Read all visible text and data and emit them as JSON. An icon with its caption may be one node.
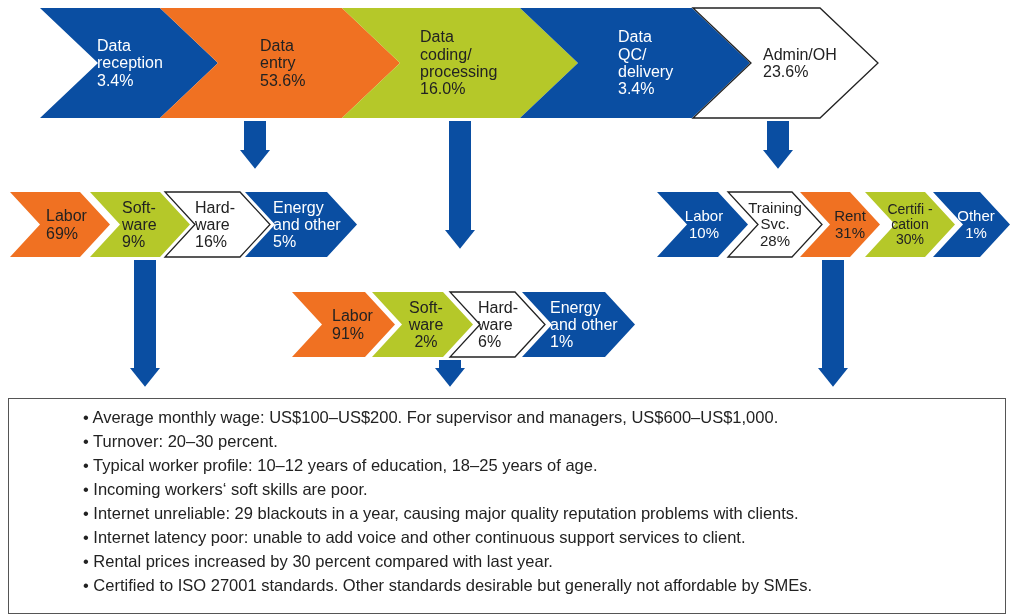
{
  "diagram": {
    "nodes": [
      {
        "text": [
          "Data reception",
          "3.4%"
        ]
      },
      {
        "text": [
          "Data entry",
          "53.6%"
        ]
      },
      {
        "text": [
          "Data coding/ processing",
          "16.0%"
        ]
      },
      {
        "text": [
          "Data QC/ delivery",
          "3.4%"
        ]
      },
      {
        "text": [
          "Admin/OH",
          "23.6%"
        ]
      },
      {
        "text": [
          "Labor",
          "69%"
        ]
      },
      {
        "text": [
          "Soft- ware",
          "9%"
        ]
      },
      {
        "text": [
          "Hard- ware",
          "16%"
        ]
      },
      {
        "text": [
          "Energy and other",
          "5%"
        ]
      },
      {
        "text": [
          "Labor",
          "10%"
        ]
      },
      {
        "text": [
          "Training Svc.",
          "28%"
        ]
      },
      {
        "text": [
          "Rent",
          "31%"
        ]
      },
      {
        "text": [
          "Certifi -cation",
          "30%"
        ]
      },
      {
        "text": [
          "Other",
          "1%"
        ]
      },
      {
        "text": [
          "Labor",
          "91%"
        ]
      },
      {
        "text": [
          "Soft- ware",
          "2%"
        ]
      },
      {
        "text": [
          "Hard- ware",
          "6%"
        ]
      },
      {
        "text": [
          "Energy and other",
          "1%"
        ]
      },
      {
        "text": [
          "• Average monthly wage: US$100–US$200. For supervisor and managers, US$600–US$1,000.",
          "• Turnover: 20–30 percent.",
          "• Typical worker profile: 10–12 years of education, 18–25 years of age.",
          "• Incoming workers‘ soft skills are poor.",
          "• Internet unreliable: 29 blackouts in a year, causing major quality reputation problems with clients.",
          "• Internet latency poor: unable to add voice and other continuous support services to client.",
          "• Rental prices increased by 30 percent compared with last year.",
          "• Certified to ISO 27001 standards. Other standards desirable but generally not affordable by SMEs."
        ]
      }
    ],
    "edges": [
      {
        "from": 1,
        "to": 7,
        "arrow": "to"
      },
      {
        "from": 2,
        "to": 15,
        "arrow": "to"
      },
      {
        "from": 4,
        "to": 10,
        "arrow": "to"
      },
      {
        "from": 6,
        "to": 18,
        "arrow": "to"
      },
      {
        "from": 15,
        "to": 18,
        "arrow": "to"
      },
      {
        "from": 11,
        "to": 18,
        "arrow": "to"
      }
    ]
  }
}
